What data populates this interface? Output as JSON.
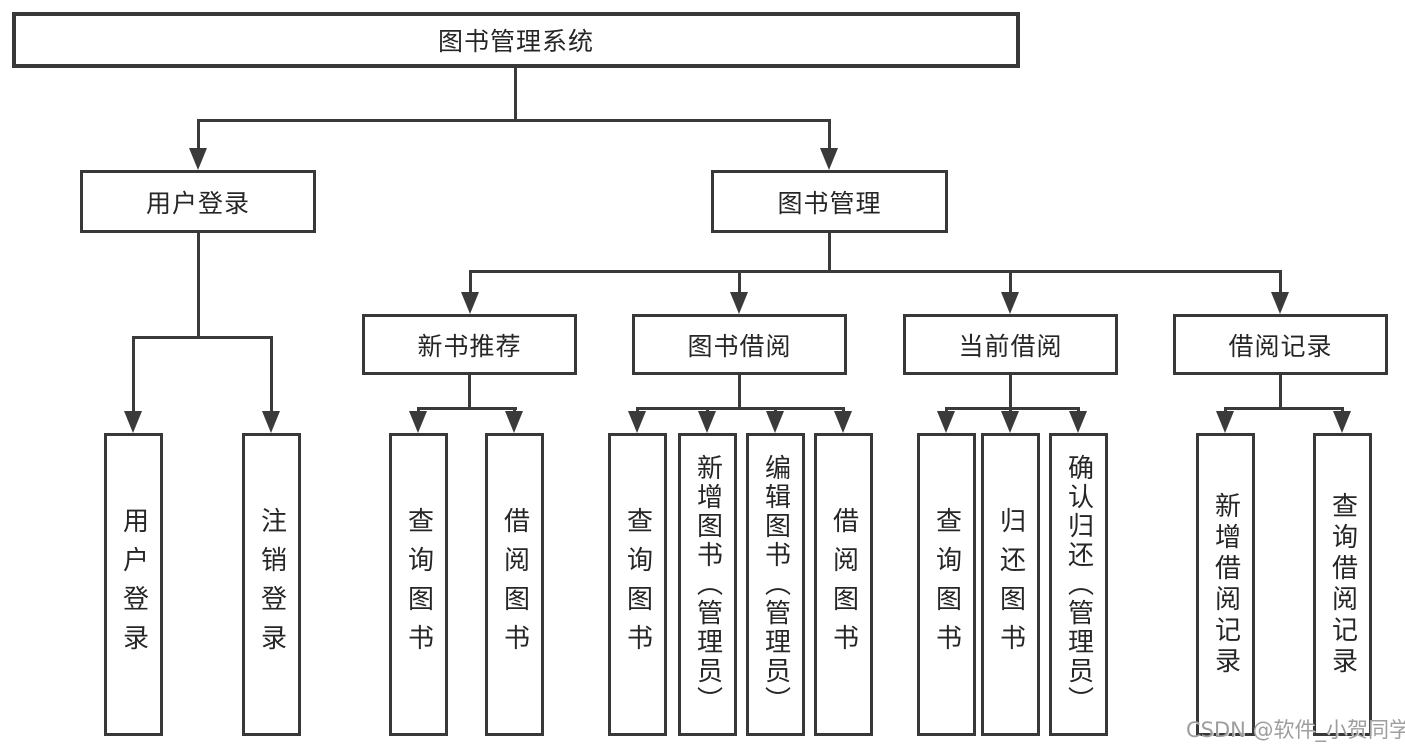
{
  "title": "图书管理系统",
  "watermark": "CSDN @软件_小贺同学",
  "colors": {
    "line": "#3a3a3a",
    "border": "#383838",
    "text": "#262626",
    "background": "#ffffff",
    "watermark": "#9e9e9e"
  },
  "nodes": {
    "root": {
      "label": "图书管理系统"
    },
    "user_login": {
      "label": "用户登录"
    },
    "book_mgmt": {
      "label": "图书管理"
    },
    "new_book_rec": {
      "label": "新书推荐"
    },
    "book_borrow": {
      "label": "图书借阅"
    },
    "current_borrow": {
      "label": "当前借阅"
    },
    "borrow_records": {
      "label": "借阅记录"
    },
    "leaf_user_login": {
      "label": "用户登录"
    },
    "leaf_logout": {
      "label": "注销登录"
    },
    "leaf_query_book_1": {
      "label": "查询图书"
    },
    "leaf_borrow_book_1": {
      "label": "借阅图书"
    },
    "leaf_query_book_2": {
      "label": "查询图书"
    },
    "leaf_add_book": {
      "label": "新增图书（管理员）"
    },
    "leaf_edit_book": {
      "label": "编辑图书（管理员）"
    },
    "leaf_borrow_book_2": {
      "label": "借阅图书"
    },
    "leaf_query_book_3": {
      "label": "查询图书"
    },
    "leaf_return_book": {
      "label": "归还图书"
    },
    "leaf_confirm_return": {
      "label": "确认归还（管理员）"
    },
    "leaf_add_record": {
      "label": "新增借阅记录"
    },
    "leaf_query_record": {
      "label": "查询借阅记录"
    }
  },
  "tree": {
    "图书管理系统": {
      "用户登录": [
        "用户登录",
        "注销登录"
      ],
      "图书管理": {
        "新书推荐": [
          "查询图书",
          "借阅图书"
        ],
        "图书借阅": [
          "查询图书",
          "新增图书（管理员）",
          "编辑图书（管理员）",
          "借阅图书"
        ],
        "当前借阅": [
          "查询图书",
          "归还图书",
          "确认归还（管理员）"
        ],
        "借阅记录": [
          "新增借阅记录",
          "查询借阅记录"
        ]
      }
    }
  }
}
